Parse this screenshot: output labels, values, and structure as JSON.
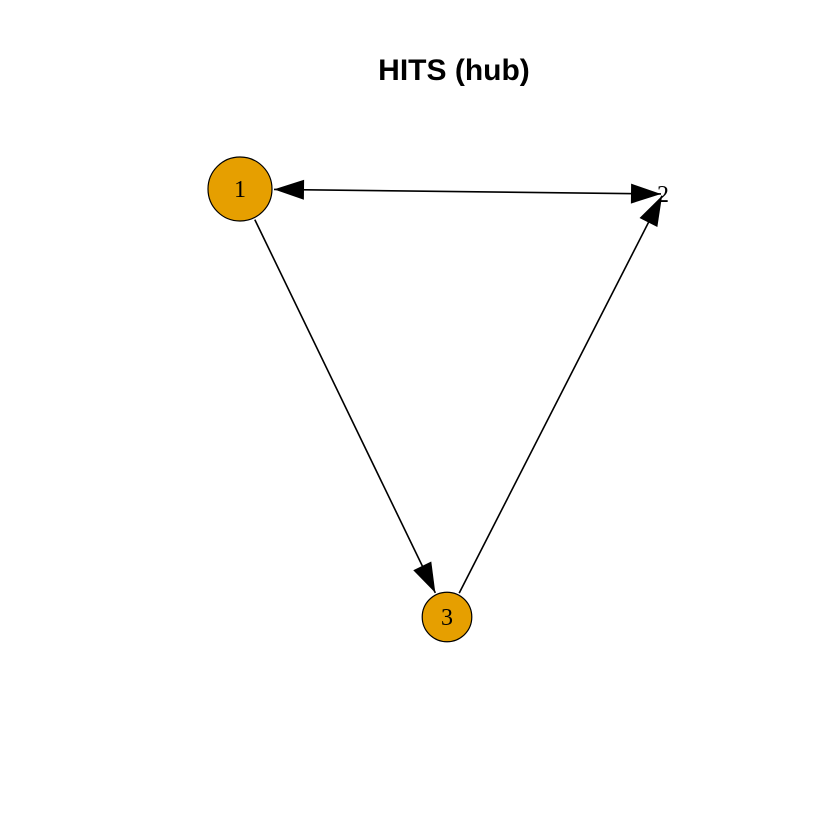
{
  "title": "HITS (hub)",
  "colors": {
    "node_fill": "#E69F00",
    "edge": "#000000",
    "background": "#FFFFFF"
  },
  "nodes": [
    {
      "id": "1",
      "label": "1",
      "hub_score": 1.0
    },
    {
      "id": "2",
      "label": "2",
      "hub_score": 0.0
    },
    {
      "id": "3",
      "label": "3",
      "hub_score": 0.6
    }
  ],
  "edges": [
    {
      "from": "1",
      "to": "2",
      "arrow_to": true,
      "arrow_from": true
    },
    {
      "from": "1",
      "to": "3",
      "arrow_to": true,
      "arrow_from": false
    },
    {
      "from": "3",
      "to": "2",
      "arrow_to": true,
      "arrow_from": false
    }
  ]
}
